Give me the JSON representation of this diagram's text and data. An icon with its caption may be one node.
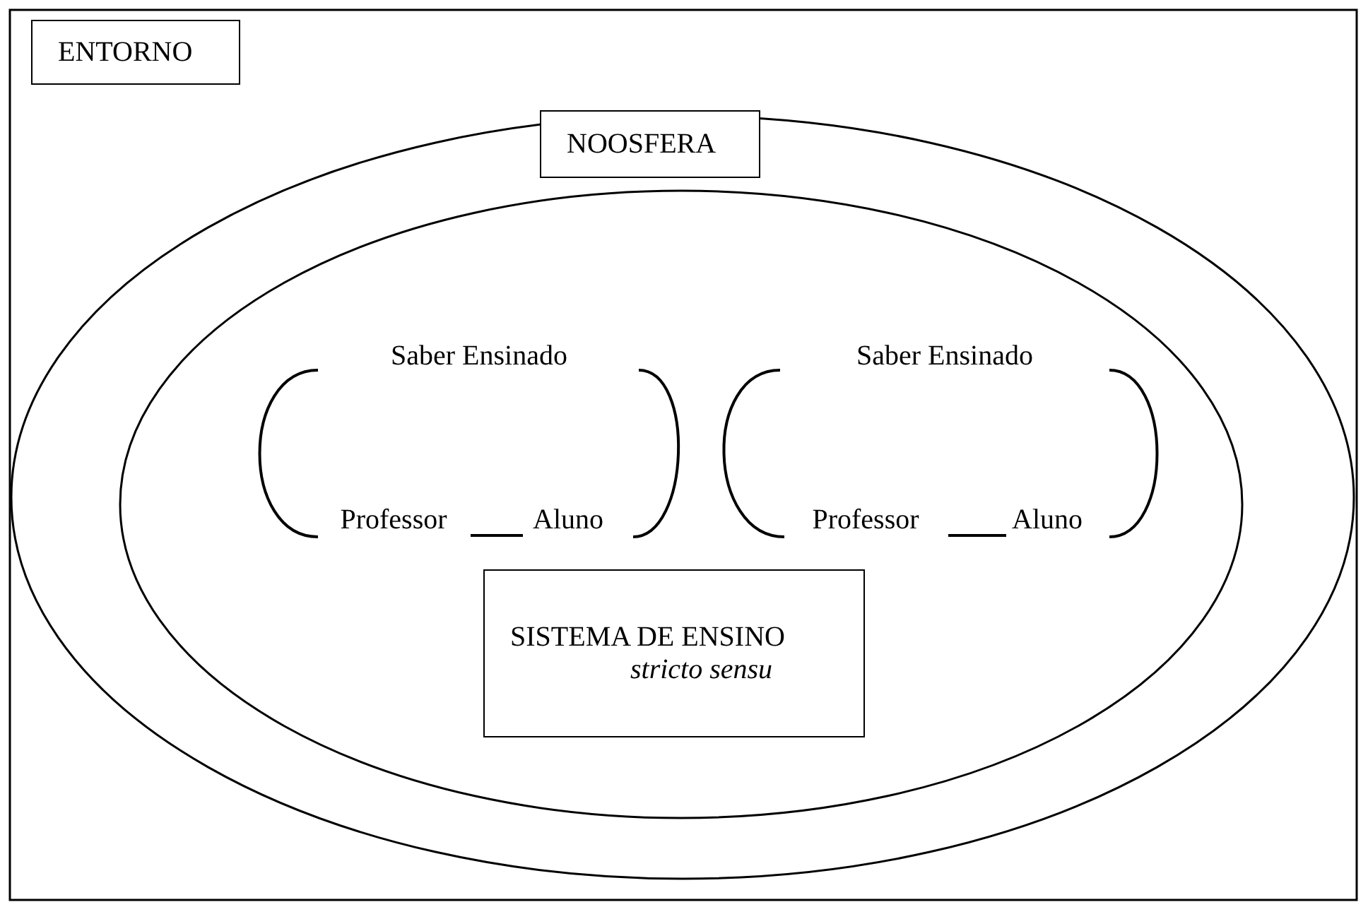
{
  "diagram": {
    "nodes": [
      {
        "text": [
          "ENTORNO"
        ]
      },
      {
        "text": [
          "NOOSFERA"
        ]
      },
      {
        "text": [
          "Saber Ensinado"
        ]
      },
      {
        "text": [
          "Professor"
        ]
      },
      {
        "text": [
          "Aluno"
        ]
      },
      {
        "text": [
          "Saber Ensinado"
        ]
      },
      {
        "text": [
          "Professor"
        ]
      },
      {
        "text": [
          "Aluno"
        ]
      },
      {
        "text": [
          "SISTEMA DE ENSINO",
          "stricto sensu"
        ]
      }
    ],
    "edges": [
      {
        "from": 2,
        "to": 3,
        "arrow": "none"
      },
      {
        "from": 2,
        "to": 4,
        "arrow": "none"
      },
      {
        "from": 3,
        "to": 4,
        "arrow": "none"
      },
      {
        "from": 5,
        "to": 6,
        "arrow": "none"
      },
      {
        "from": 5,
        "to": 7,
        "arrow": "none"
      },
      {
        "from": 6,
        "to": 7,
        "arrow": "none"
      }
    ]
  }
}
